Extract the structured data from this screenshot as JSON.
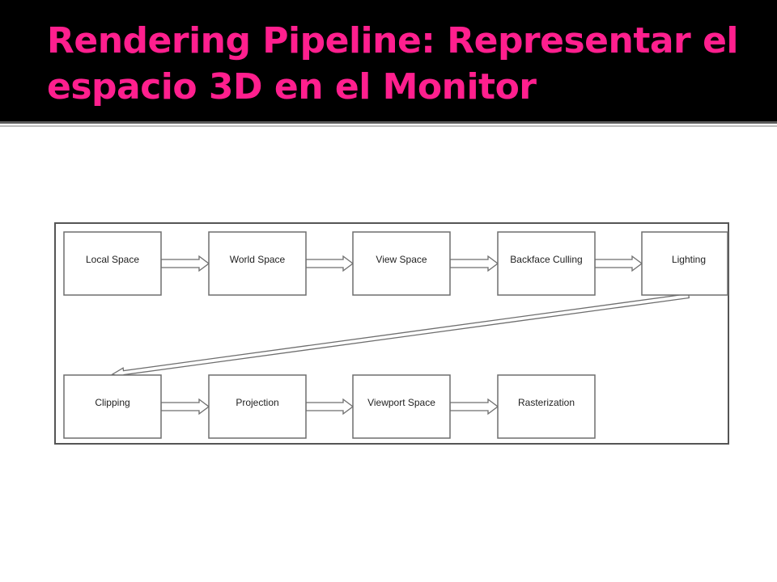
{
  "slide": {
    "title": "Rendering Pipeline: Representar el espacio 3D en el Monitor"
  },
  "colors": {
    "title_bar": "#000000",
    "title_text": "#ff1f8e",
    "box_stroke": "#6e6e6e"
  },
  "diagram": {
    "nodes": [
      {
        "id": "local-space",
        "label": "Local Space"
      },
      {
        "id": "world-space",
        "label": "World Space"
      },
      {
        "id": "view-space",
        "label": "View Space"
      },
      {
        "id": "backface-culling",
        "label": "Backface Culling"
      },
      {
        "id": "lighting",
        "label": "Lighting"
      },
      {
        "id": "clipping",
        "label": "Clipping"
      },
      {
        "id": "projection",
        "label": "Projection"
      },
      {
        "id": "viewport-space",
        "label": "Viewport Space"
      },
      {
        "id": "rasterization",
        "label": "Rasterization"
      }
    ],
    "edges": [
      {
        "from": "local-space",
        "to": "world-space"
      },
      {
        "from": "world-space",
        "to": "view-space"
      },
      {
        "from": "view-space",
        "to": "backface-culling"
      },
      {
        "from": "backface-culling",
        "to": "lighting"
      },
      {
        "from": "lighting",
        "to": "clipping"
      },
      {
        "from": "clipping",
        "to": "projection"
      },
      {
        "from": "projection",
        "to": "viewport-space"
      },
      {
        "from": "viewport-space",
        "to": "rasterization"
      }
    ]
  }
}
